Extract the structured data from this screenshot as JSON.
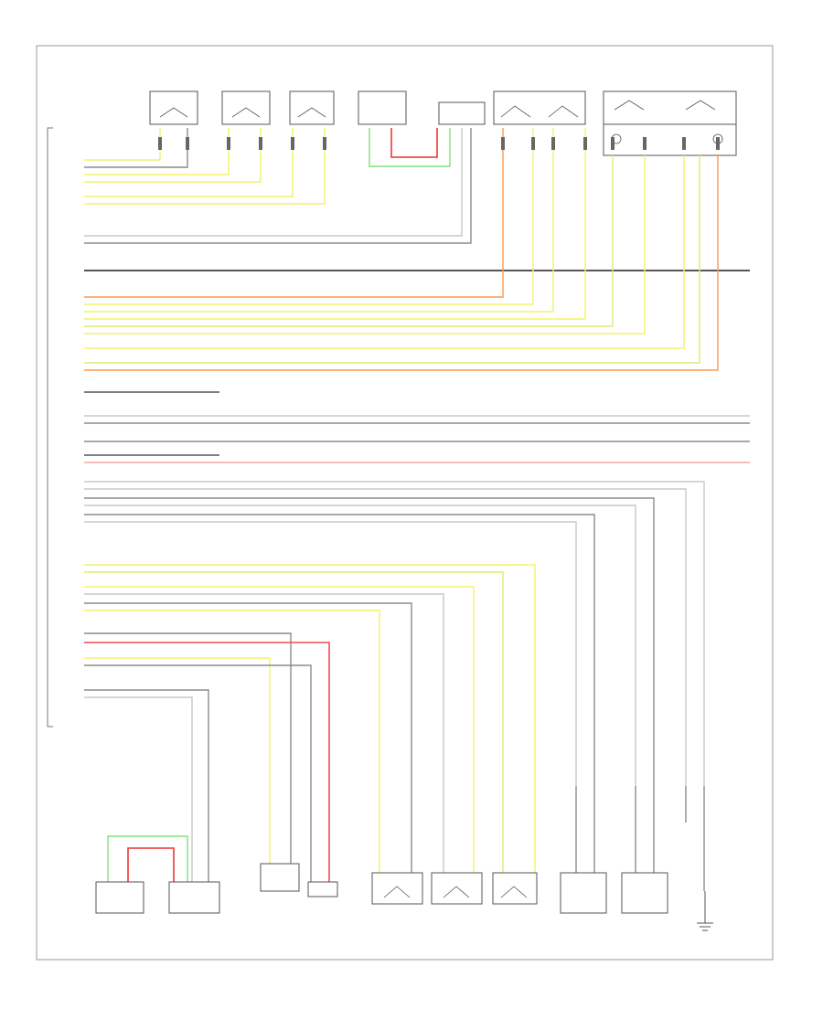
{
  "diagram": {
    "title": "",
    "footer_code": "",
    "components": {
      "top_sensors": [
        {
          "label": "",
          "id": "comp-1"
        },
        {
          "label": "",
          "id": "comp-2"
        },
        {
          "label": "",
          "id": "comp-3"
        },
        {
          "label": "",
          "id": "comp-4"
        },
        {
          "label": "",
          "id": "comp-5"
        },
        {
          "label": "",
          "id": "comp-6"
        },
        {
          "label": "",
          "id": "comp-7"
        }
      ],
      "module_label": "",
      "bottom_components": [
        {
          "label": "",
          "id": "b-1"
        },
        {
          "label": "",
          "id": "b-2"
        },
        {
          "label": "",
          "id": "b-3"
        },
        {
          "label": "",
          "id": "b-4"
        },
        {
          "label": "",
          "id": "b-5"
        },
        {
          "label": "",
          "id": "b-6"
        },
        {
          "label": "",
          "id": "b-7"
        },
        {
          "label": "",
          "id": "b-8"
        },
        {
          "label": "",
          "id": "b-9"
        },
        {
          "label": "",
          "id": "b-10"
        },
        {
          "label": "",
          "id": "b-11"
        }
      ],
      "ground_label": "",
      "side_note": ""
    },
    "wire_colors": {
      "yellow": "#f3f36b",
      "yellow_green": "#d8ef74",
      "green": "#7fe27f",
      "red": "#f04d4d",
      "orange": "#f79a52",
      "gray": "#8c8c8c",
      "dark": "#555555",
      "light_gray": "#c8c8c8",
      "pink": "#f7a6a6"
    }
  }
}
